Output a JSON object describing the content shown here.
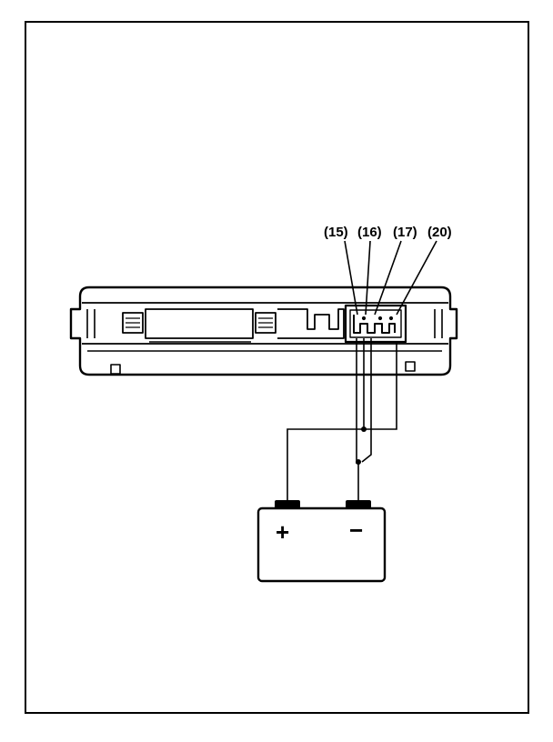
{
  "diagram": {
    "pin_labels": [
      "(15)",
      "(16)",
      "(17)",
      "(20)"
    ],
    "battery": {
      "positive_symbol": "+",
      "negative_symbol": "−"
    }
  }
}
